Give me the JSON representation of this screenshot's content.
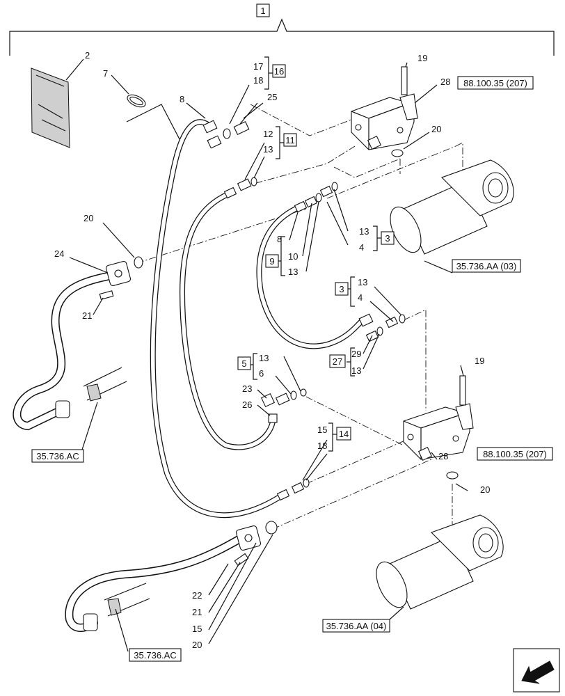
{
  "assembly": {
    "number": "1"
  },
  "callouts": [
    {
      "id": "c2",
      "text": "2"
    },
    {
      "id": "c7",
      "text": "7"
    },
    {
      "id": "c8a",
      "text": "8"
    },
    {
      "id": "c17",
      "text": "17"
    },
    {
      "id": "c18a",
      "text": "18"
    },
    {
      "id": "c25",
      "text": "25"
    },
    {
      "id": "c12",
      "text": "12"
    },
    {
      "id": "c13a",
      "text": "13"
    },
    {
      "id": "c19a",
      "text": "19"
    },
    {
      "id": "c28a",
      "text": "28"
    },
    {
      "id": "c20a",
      "text": "20"
    },
    {
      "id": "c20b",
      "text": "20"
    },
    {
      "id": "c24",
      "text": "24"
    },
    {
      "id": "c21a",
      "text": "21"
    },
    {
      "id": "c8b",
      "text": "8"
    },
    {
      "id": "c10",
      "text": "10"
    },
    {
      "id": "c13b",
      "text": "13"
    },
    {
      "id": "c13c",
      "text": "13"
    },
    {
      "id": "c4a",
      "text": "4"
    },
    {
      "id": "c13d",
      "text": "13"
    },
    {
      "id": "c4b",
      "text": "4"
    },
    {
      "id": "c29",
      "text": "29"
    },
    {
      "id": "c13e",
      "text": "13"
    },
    {
      "id": "c13f",
      "text": "13"
    },
    {
      "id": "c6",
      "text": "6"
    },
    {
      "id": "c23",
      "text": "23"
    },
    {
      "id": "c26",
      "text": "26"
    },
    {
      "id": "c19b",
      "text": "19"
    },
    {
      "id": "c28b",
      "text": "28"
    },
    {
      "id": "c15a",
      "text": "15"
    },
    {
      "id": "c18b",
      "text": "18"
    },
    {
      "id": "c20c",
      "text": "20"
    },
    {
      "id": "c22",
      "text": "22"
    },
    {
      "id": "c21b",
      "text": "21"
    },
    {
      "id": "c15b",
      "text": "15"
    },
    {
      "id": "c20d",
      "text": "20"
    }
  ],
  "kits": [
    {
      "id": "k16",
      "text": "16"
    },
    {
      "id": "k11",
      "text": "11"
    },
    {
      "id": "k3a",
      "text": "3"
    },
    {
      "id": "k9",
      "text": "9"
    },
    {
      "id": "k3b",
      "text": "3"
    },
    {
      "id": "k27",
      "text": "27"
    },
    {
      "id": "k5",
      "text": "5"
    },
    {
      "id": "k14",
      "text": "14"
    }
  ],
  "references": [
    {
      "id": "r1",
      "text": "88.100.35 (207)"
    },
    {
      "id": "r2",
      "text": "35.736.AA (03)"
    },
    {
      "id": "r3",
      "text": "35.736.AC"
    },
    {
      "id": "r4",
      "text": "88.100.35 (207)"
    },
    {
      "id": "r5",
      "text": "35.736.AA (04)"
    },
    {
      "id": "r6",
      "text": "35.736.AC"
    }
  ],
  "icons": {
    "navigation": "next-page-arrow-icon",
    "manual": "manual-booklet-icon"
  }
}
